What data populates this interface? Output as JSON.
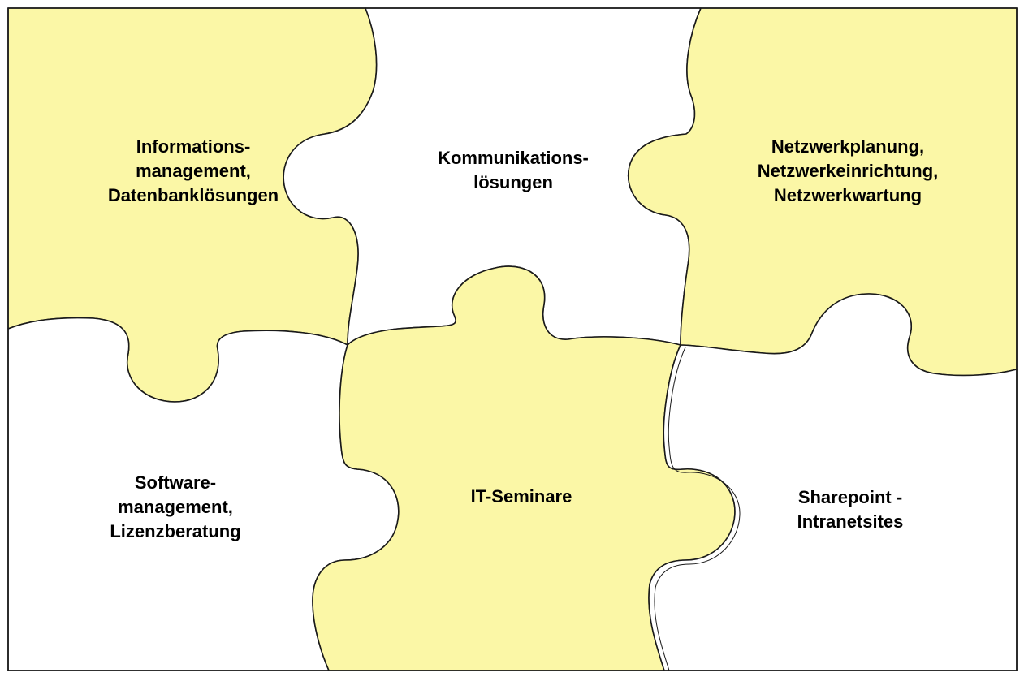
{
  "colors": {
    "highlight_fill": "#fbf7a6",
    "plain_fill": "#ffffff",
    "outline": "#1a1a1a",
    "text": "#000000"
  },
  "pieces": [
    {
      "id": "informationsmanagement",
      "fill": "highlight",
      "lines": [
        "Informations-",
        "management,",
        "Datenbanklösungen"
      ]
    },
    {
      "id": "kommunikationsloesungen",
      "fill": "plain",
      "lines": [
        "Kommunikations-",
        "lösungen"
      ]
    },
    {
      "id": "netzwerk",
      "fill": "highlight",
      "lines": [
        "Netzwerkplanung,",
        "Netzwerkeinrichtung,",
        "Netzwerkwartung"
      ]
    },
    {
      "id": "softwaremanagement",
      "fill": "plain",
      "lines": [
        "Software-",
        "management,",
        "Lizenzberatung"
      ]
    },
    {
      "id": "it-seminare",
      "fill": "highlight",
      "lines": [
        "IT-Seminare"
      ]
    },
    {
      "id": "sharepoint",
      "fill": "plain",
      "lines": [
        "Sharepoint -",
        "Intranetsites"
      ]
    }
  ]
}
